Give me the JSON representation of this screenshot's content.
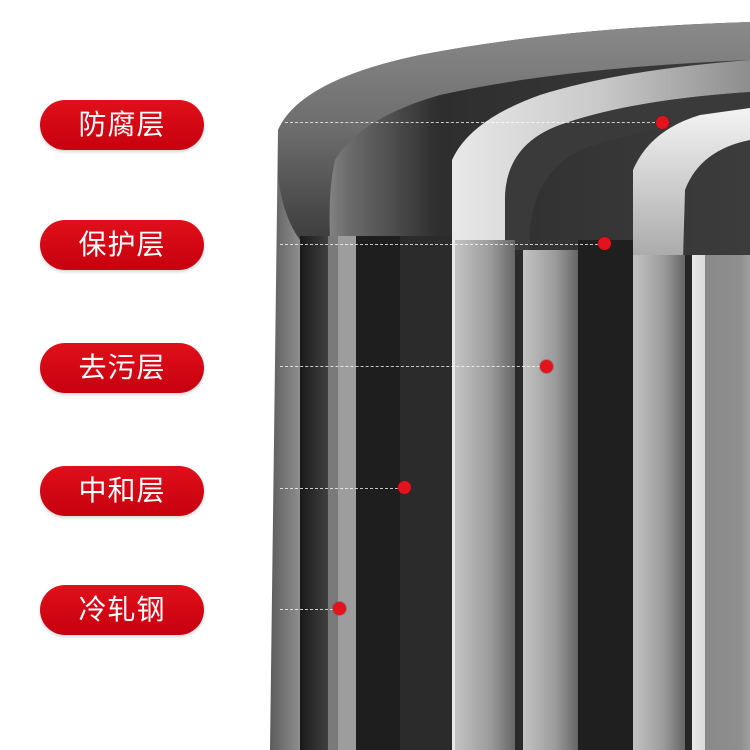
{
  "layers": [
    {
      "id": "anticorrosion",
      "label": "防腐层"
    },
    {
      "id": "protective",
      "label": "保护层"
    },
    {
      "id": "decontamination",
      "label": "去污层"
    },
    {
      "id": "neutralization",
      "label": "中和层"
    },
    {
      "id": "cold-rolled-steel",
      "label": "冷轧钢"
    }
  ],
  "colors": {
    "pill": "#d4000f",
    "marker": "#e3121c"
  }
}
